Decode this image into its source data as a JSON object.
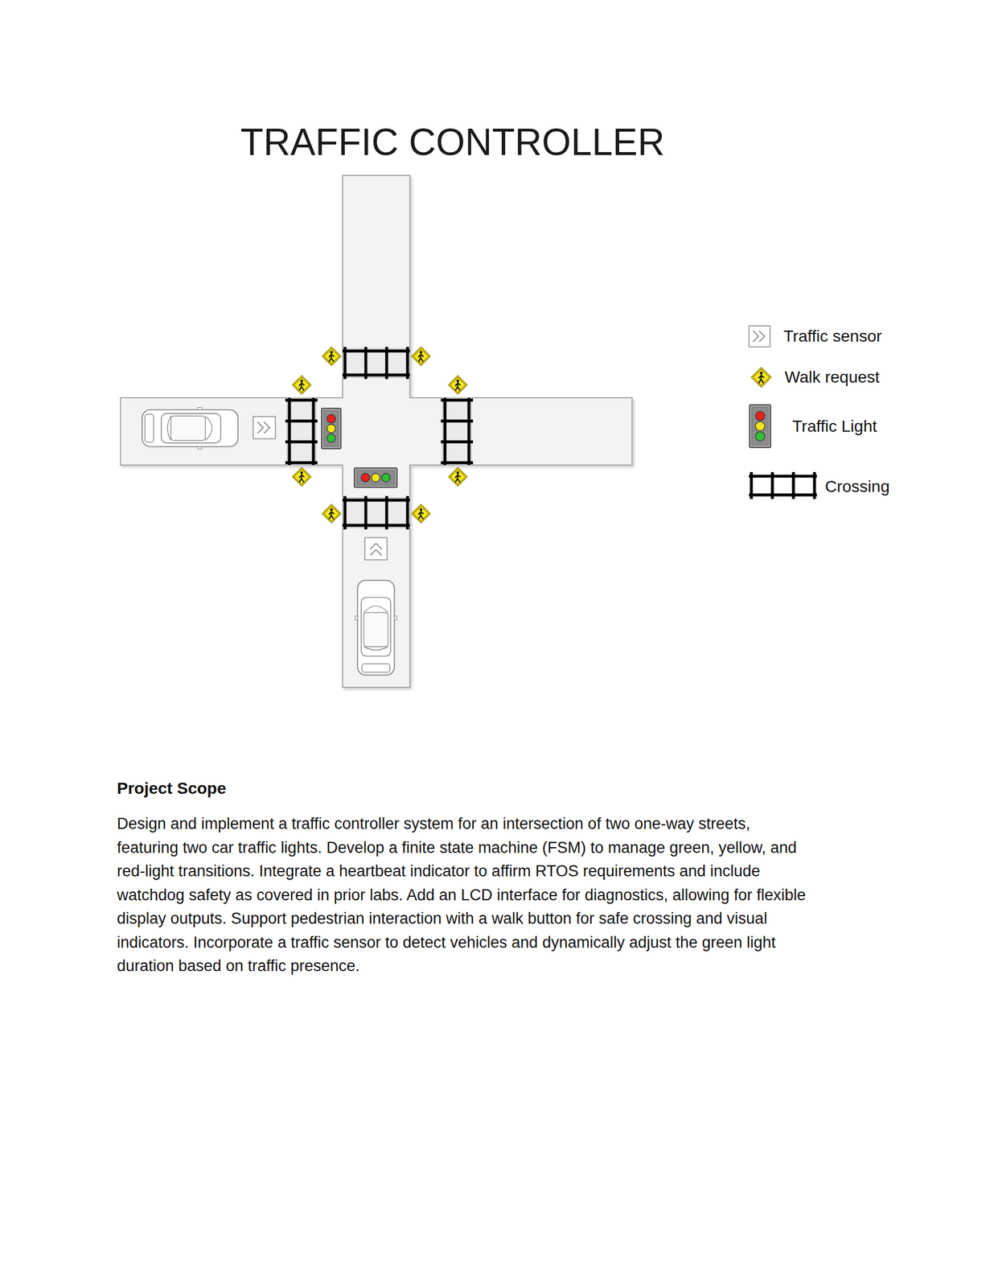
{
  "diagram": {
    "title": "TRAFFIC CONTROLLER",
    "labels": [
      "Project Scope",
      "Design and implement a traffic controller system for an intersection of two one-way streets, featuring two car traffic lights. Develop a finite state machine (FSM) to manage green, yellow, and red-light transitions. Integrate a heartbeat indicator to affirm RTOS requirements and include watchdog safety as covered in prior labs. Add an LCD interface for diagnostics, allowing for flexible display outputs. Support pedestrian interaction with a walk button for safe crossing and visual indicators. Incorporate a traffic sensor to detect vehicles and dynamically adjust the green light duration based on traffic presence."
    ],
    "legend": [
      {
        "text": "Traffic sensor"
      },
      {
        "text": "Walk request"
      },
      {
        "text": "Traffic Light"
      },
      {
        "text": "Crossing"
      }
    ]
  }
}
